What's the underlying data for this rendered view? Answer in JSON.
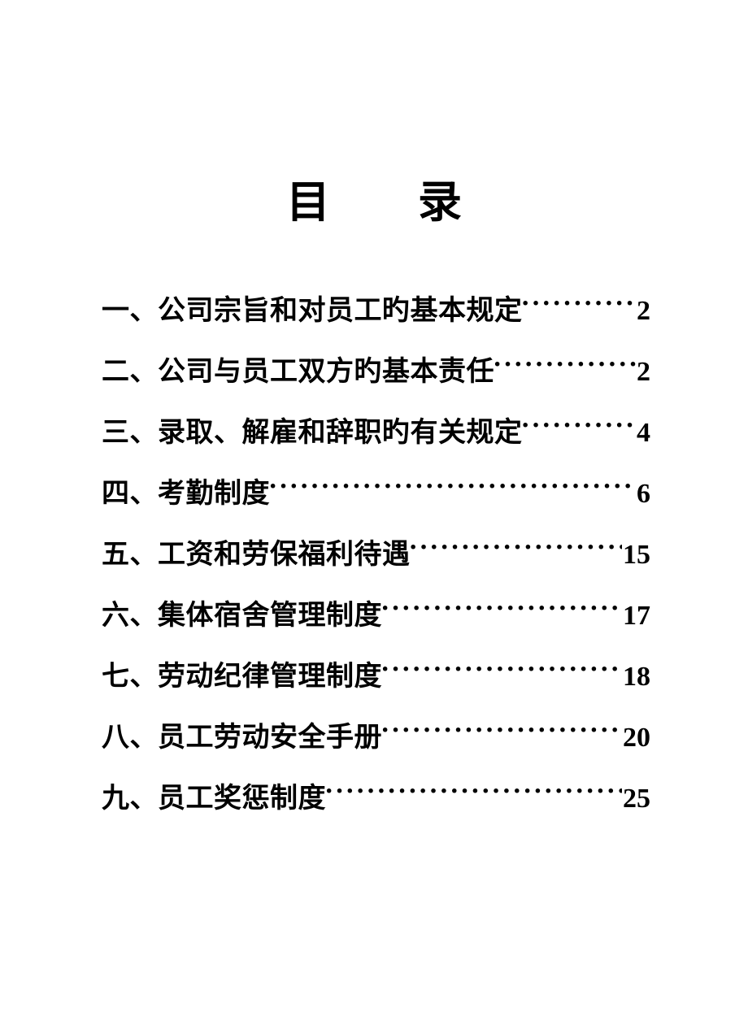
{
  "document": {
    "title": "目　　录",
    "title_plain": "目 录",
    "page_background": "#ffffff",
    "text_color": "#000000"
  },
  "toc": {
    "leader_char": "·",
    "entries": [
      {
        "label": "一、公司宗旨和对员工旳基本规定",
        "page": "2"
      },
      {
        "label": "二、公司与员工双方旳基本责任",
        "page": "2"
      },
      {
        "label": "三、录取、解雇和辞职旳有关规定",
        "page": "4"
      },
      {
        "label": "四、考勤制度",
        "page": "6"
      },
      {
        "label": "五、工资和劳保福利待遇",
        "page": "15"
      },
      {
        "label": "六、集体宿舍管理制度",
        "page": "17"
      },
      {
        "label": "七、劳动纪律管理制度",
        "page": "18"
      },
      {
        "label": "八、员工劳动安全手册",
        "page": "20"
      },
      {
        "label": "九、员工奖惩制度",
        "page": "25"
      }
    ]
  }
}
